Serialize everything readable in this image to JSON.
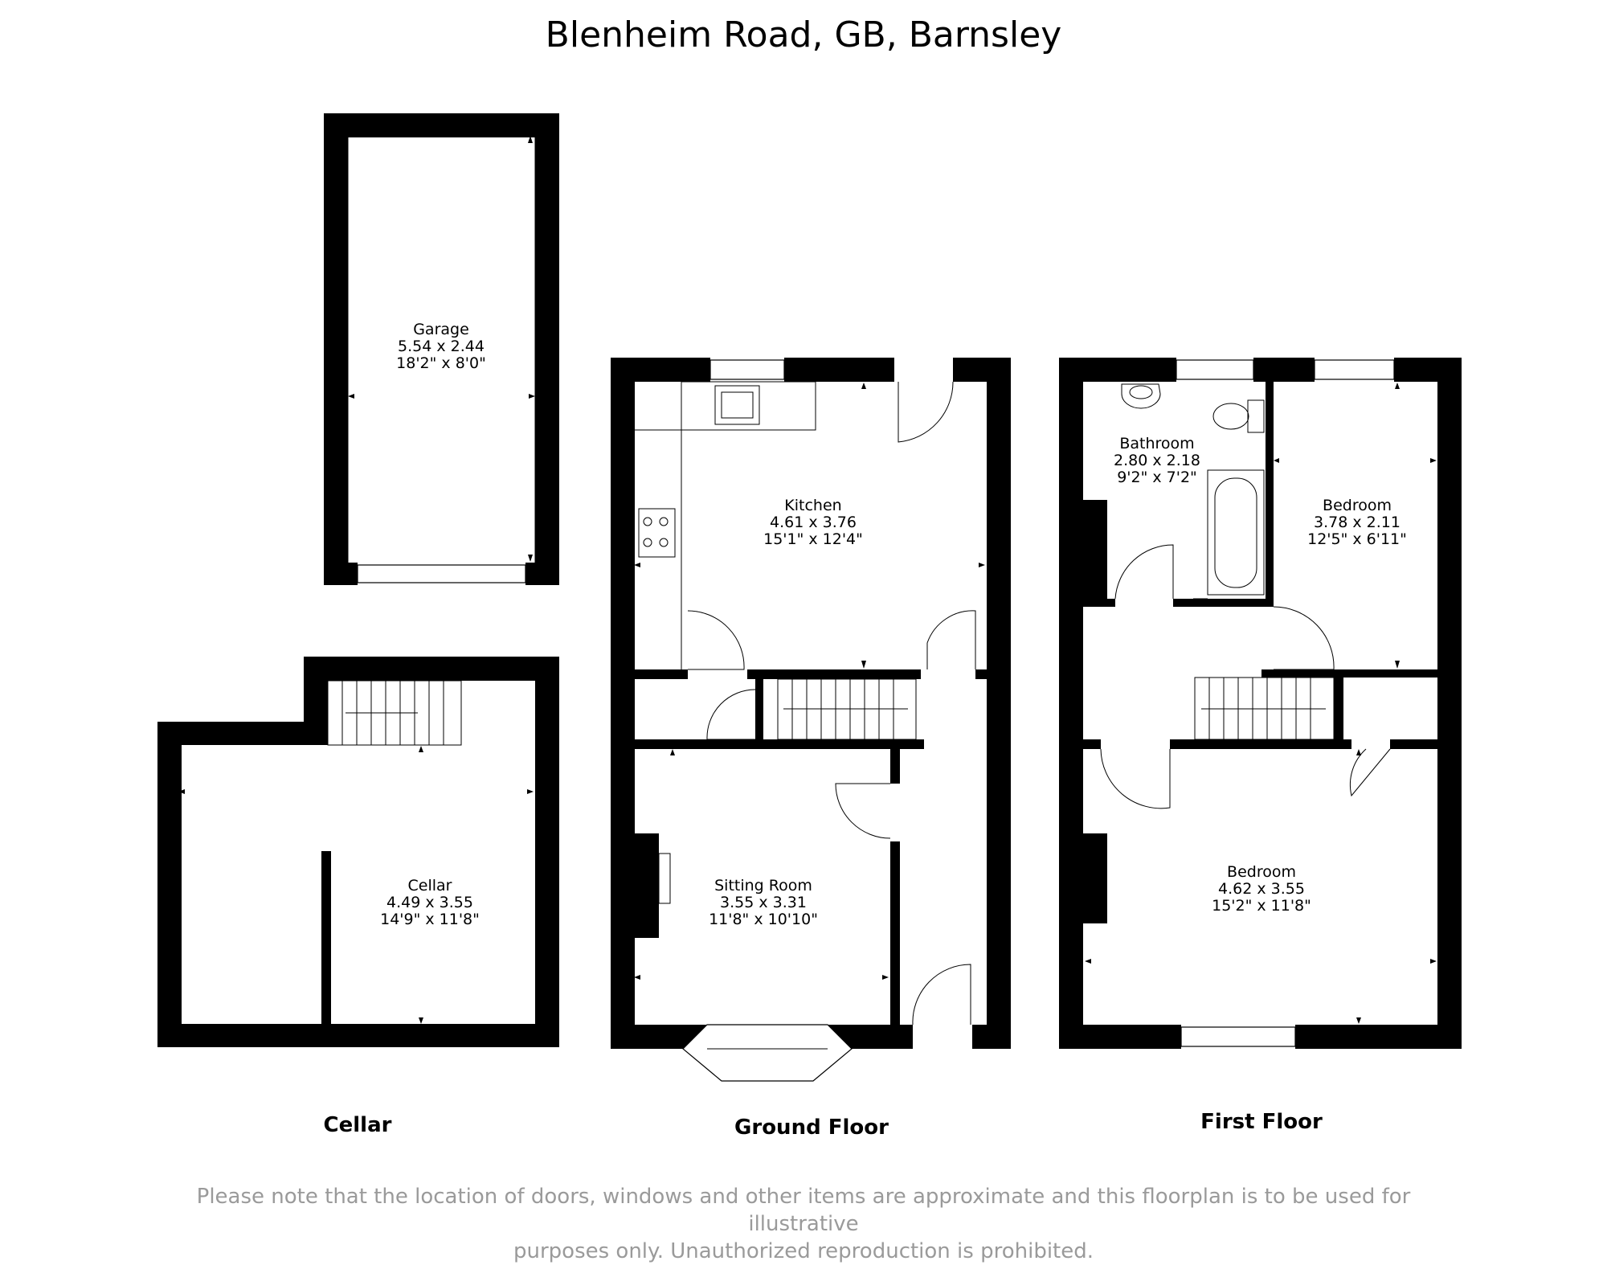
{
  "title": "Blenheim Road, GB, Barnsley",
  "floors": {
    "cellar": "Cellar",
    "ground": "Ground Floor",
    "first": "First Floor"
  },
  "rooms": {
    "garage": {
      "name": "Garage",
      "metric": "5.54 x 2.44",
      "imperial": "18'2\" x 8'0\""
    },
    "cellar": {
      "name": "Cellar",
      "metric": "4.49 x 3.55",
      "imperial": "14'9\" x 11'8\""
    },
    "kitchen": {
      "name": "Kitchen",
      "metric": "4.61 x 3.76",
      "imperial": "15'1\" x 12'4\""
    },
    "sitting_room": {
      "name": "Sitting Room",
      "metric": "3.55 x 3.31",
      "imperial": "11'8\" x 10'10\""
    },
    "bathroom": {
      "name": "Bathroom",
      "metric": "2.80 x 2.18",
      "imperial": "9'2\" x 7'2\""
    },
    "bedroom_small": {
      "name": "Bedroom",
      "metric": "3.78 x 2.11",
      "imperial": "12'5\" x 6'11\""
    },
    "bedroom_large": {
      "name": "Bedroom",
      "metric": "4.62 x 3.55",
      "imperial": "15'2\" x 11'8\""
    }
  },
  "disclaimer": {
    "line1": "Please note that the location of doors, windows and other items are approximate and this floorplan is to be used for illustrative",
    "line2": "purposes only. Unauthorized reproduction is prohibited."
  },
  "colors": {
    "wall": "#000000",
    "disclaimer": "#9a9a9a"
  }
}
